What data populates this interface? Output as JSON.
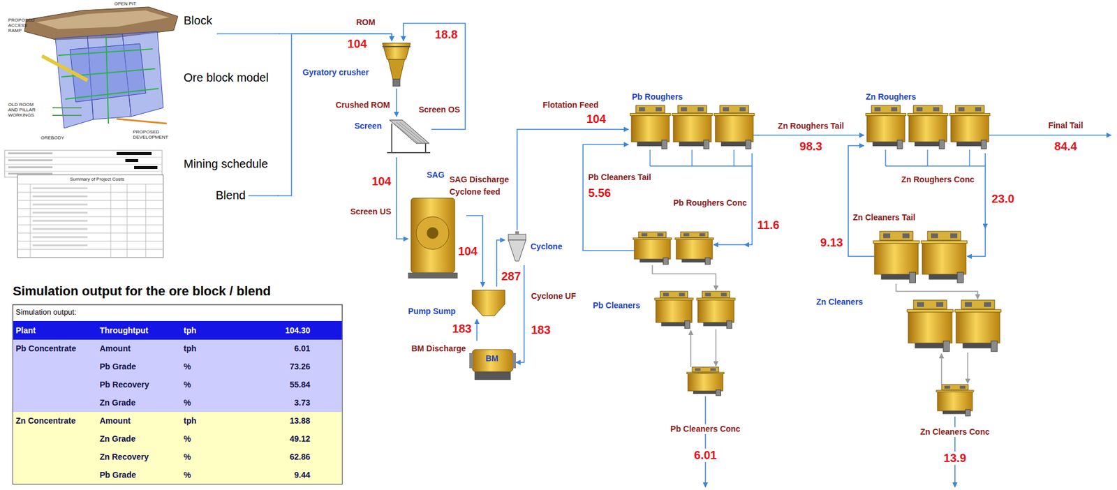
{
  "diagram": {
    "nodes": [
      {
        "text": [
          "Block",
          "Ore block model"
        ]
      },
      {
        "text": [
          "Mining schedule",
          "Blend"
        ]
      },
      {
        "text": [
          "Gyratory crusher"
        ]
      },
      {
        "text": [
          "Screen"
        ]
      },
      {
        "text": [
          "SAG"
        ]
      },
      {
        "text": [
          "Pump Sump"
        ]
      },
      {
        "text": [
          "Cyclone"
        ]
      },
      {
        "text": [
          "BM"
        ]
      },
      {
        "text": [
          "Pb Roughers"
        ]
      },
      {
        "text": [
          "Pb Cleaners"
        ]
      },
      {
        "text": [
          "Zn Roughers"
        ]
      },
      {
        "text": [
          "Zn Cleaners"
        ]
      }
    ],
    "edges": [
      {
        "from": 0,
        "to": 2,
        "arrow": "to"
      },
      {
        "from": 1,
        "to": 2,
        "arrow": "to"
      },
      {
        "from": 2,
        "to": 3,
        "arrow": "to"
      },
      {
        "from": 3,
        "to": 2,
        "arrow": "to"
      },
      {
        "from": 3,
        "to": 4,
        "arrow": "to"
      },
      {
        "from": 4,
        "to": 5,
        "arrow": "to"
      },
      {
        "from": 5,
        "to": 6,
        "arrow": "to"
      },
      {
        "from": 6,
        "to": 7,
        "arrow": "to"
      },
      {
        "from": 7,
        "to": 5,
        "arrow": "to"
      },
      {
        "from": 6,
        "to": 8,
        "arrow": "to"
      },
      {
        "from": 8,
        "to": 9,
        "arrow": "to"
      },
      {
        "from": 9,
        "to": 8,
        "arrow": "to"
      },
      {
        "from": 8,
        "to": 10,
        "arrow": "to"
      },
      {
        "from": 10,
        "to": 11,
        "arrow": "to"
      },
      {
        "from": 11,
        "to": 10,
        "arrow": "to"
      }
    ],
    "labels": [
      "OPEN PIT",
      "PROPOSED ACCESS RAMP",
      "OLD ROOM AND PILLAR WORKINGS",
      "OREBODY",
      "PROPOSED DEVELOPMENT",
      "Summary of Project Costs",
      "ROM",
      "104",
      "18.8",
      "Crushed ROM",
      "Screen OS",
      "104",
      "Screen US",
      "SAG Discharge",
      "Cyclone feed",
      "104",
      "287",
      "183",
      "BM Discharge",
      "Cyclone UF",
      "183",
      "Flotation Feed",
      "104",
      "Pb Cleaners Tail",
      "5.56",
      "Pb Roughers Conc",
      "11.6",
      "Zn Roughers Tail",
      "98.3",
      "Final Tail",
      "84.4",
      "Zn Roughers Conc",
      "23.0",
      "Zn Cleaners Tail",
      "9.13",
      "Pb Cleaners Conc",
      "6.01",
      "Zn Cleaners Conc",
      "13.9",
      "Simulation output for the ore block / blend",
      "Simulation output:",
      "Plant",
      "Throughtput",
      "tph",
      "104.30",
      "Pb Concentrate",
      "Amount",
      "tph",
      "6.01",
      "Pb Grade",
      "%",
      "73.26",
      "Pb Recovery",
      "%",
      "55.84",
      "Zn Grade",
      "%",
      "3.73",
      "Zn Concentrate",
      "Amount",
      "tph",
      "13.88",
      "Zn Grade",
      "%",
      "49.12",
      "Zn Recovery",
      "%",
      "62.86",
      "Pb Grade",
      "%",
      "9.44"
    ]
  }
}
